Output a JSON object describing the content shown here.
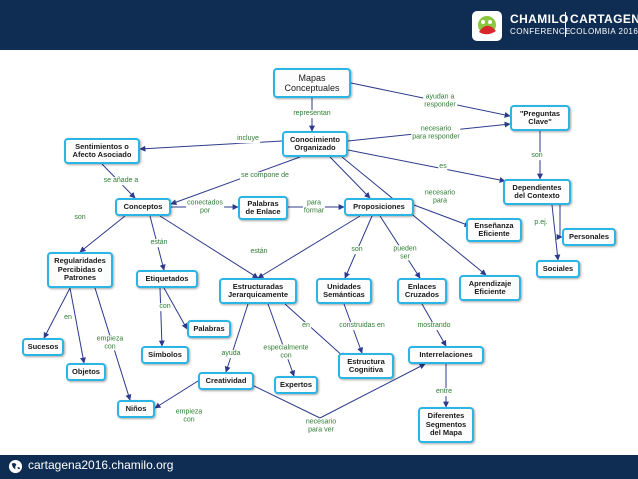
{
  "header": {
    "brand_name": "CHAMILO",
    "brand_city": "CARTAGENA",
    "brand_sub_left": "CONFERENCE",
    "brand_sub_right": "COLOMBIA 2016",
    "logo_icon": "chamilo-logo-icon",
    "colors": {
      "bar": "#0f2d52",
      "logo_green": "#8cc63f",
      "logo_red": "#d9262c"
    }
  },
  "footer": {
    "url": "cartagena2016.chamilo.org",
    "icon": "globe-icon"
  },
  "concept_map": {
    "colors": {
      "node_border": "#2bb5e5",
      "edge": "#2d3a8c",
      "link_text": "#2e7d32"
    },
    "nodes": {
      "mapas": "Mapas\nConceptuales",
      "preguntas": "\"Preguntas\nClave\"",
      "conocimiento": "Conocimiento\nOrganizado",
      "sentimientos": "Sentimientos o\nAfecto Asociado",
      "dependientes": "Dependientes\ndel Contexto",
      "conceptos": "Conceptos",
      "palabras_enlace": "Palabras\nde Enlace",
      "proposiciones": "Proposiciones",
      "ensenanza": "Enseñanza\nEficiente",
      "personales": "Personales",
      "regularidades": "Regularidades\nPercibidas o\nPatrones",
      "etiquetados": "Etiquetados",
      "estructuradas": "Estructuradas\nJerarquicamente",
      "unidades": "Unidades\nSemánticas",
      "enlaces": "Enlaces\nCruzados",
      "aprendizaje": "Aprendizaje\nEficiente",
      "sociales": "Sociales",
      "palabras": "Palabras",
      "sucesos": "Sucesos",
      "simbolos": "Símbolos",
      "objetos": "Objetos",
      "estructura_cognitiva": "Estructura\nCognitiva",
      "interrelaciones": "Interrelaciones",
      "creatividad": "Creatividad",
      "expertos": "Expertos",
      "ninos": "Niños",
      "segmentos": "Diferentes\nSegmentos\ndel Mapa"
    },
    "links": {
      "representan": "representan",
      "ayudan": "ayudan a\nresponder",
      "incluye": "incluye",
      "necesario_responder": "necesario\npara responder",
      "es": "es",
      "son_dep": "son",
      "se_anade": "se añade a",
      "se_compone": "se compone de",
      "conectados_por": "conectados\npor",
      "para_formar": "para\nformar",
      "necesario_para": "necesario\npara",
      "pej": "p.ej.",
      "son_reg": "son",
      "estan_etq": "están",
      "estan_est": "están",
      "son_uni": "son",
      "pueden_ser": "pueden\nser",
      "con_pal": "con",
      "en_suc": "en",
      "empieza_con_obj": "empieza\ncon",
      "ayuda": "ayuda",
      "especialmente_con": "especialmente\ncon",
      "en_est": "en",
      "construidas_en": "construidas en",
      "mostrando": "mostrando",
      "entre": "entre",
      "empieza_con_nin": "empieza\ncon",
      "necesario_para_ver": "necesario\npara ver"
    }
  }
}
